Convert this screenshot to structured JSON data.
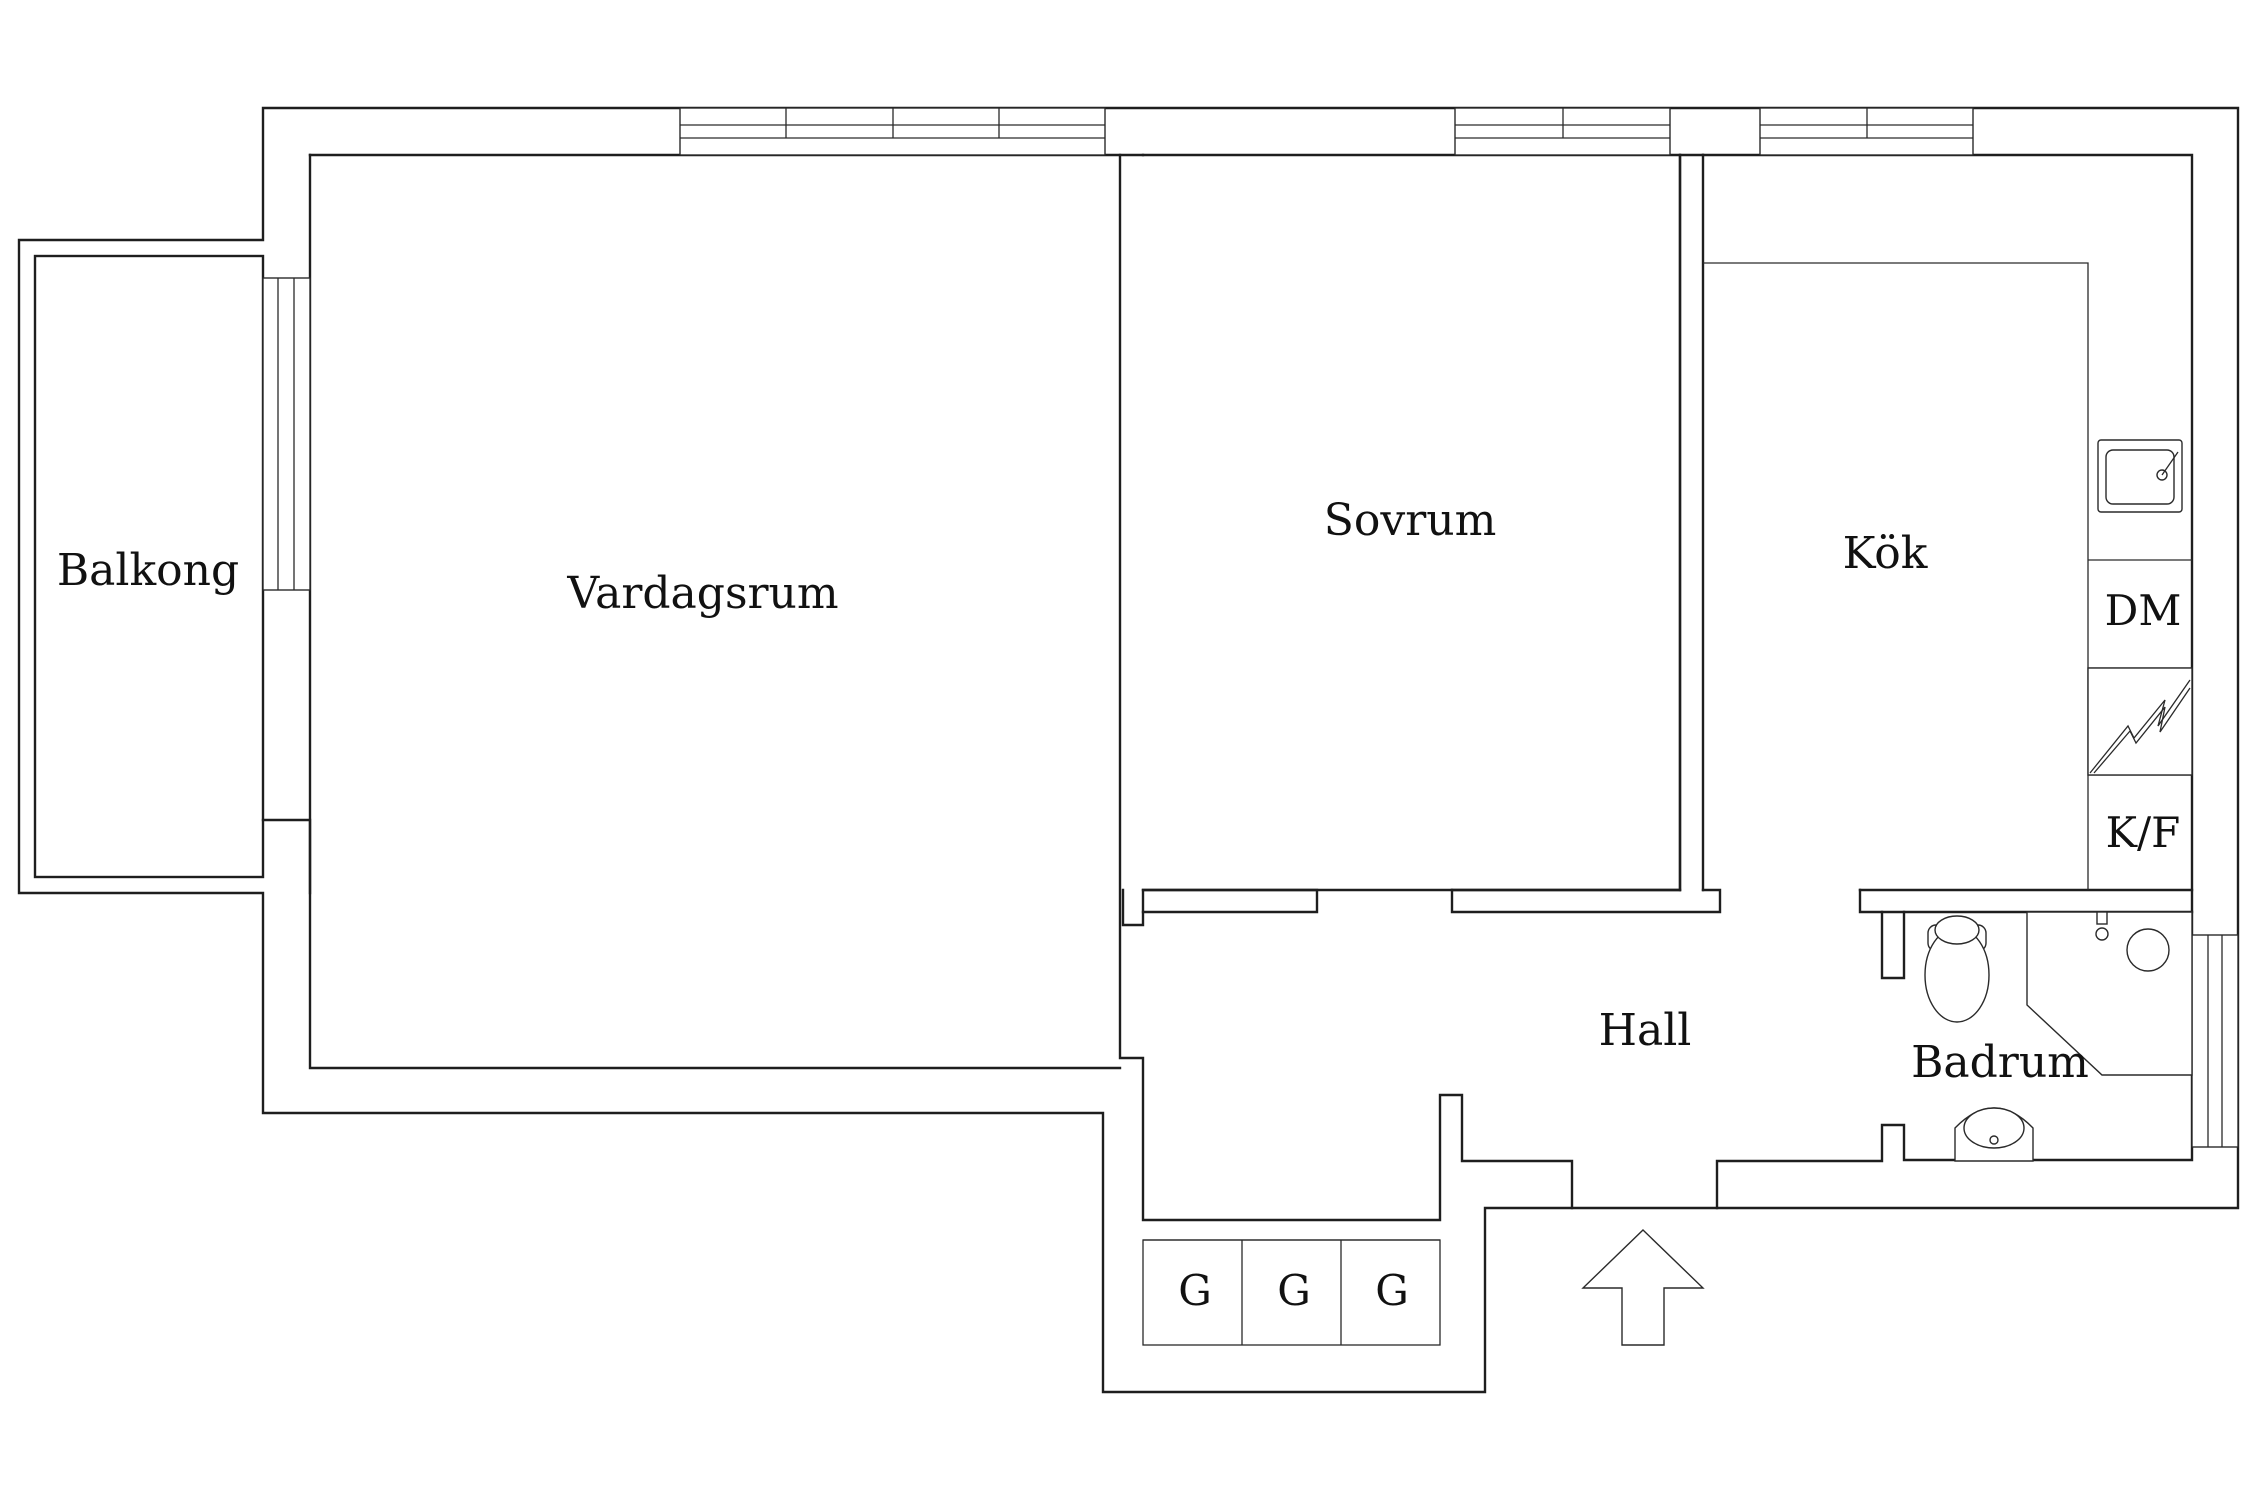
{
  "rooms": {
    "balkong": "Balkong",
    "vardagsrum": "Vardagsrum",
    "sovrum": "Sovrum",
    "kok": "Kök",
    "hall": "Hall",
    "badrum": "Badrum"
  },
  "appliances": {
    "dishwasher": "DM",
    "fridge_freezer": "K/F"
  },
  "wardrobes": [
    "G",
    "G",
    "G"
  ]
}
